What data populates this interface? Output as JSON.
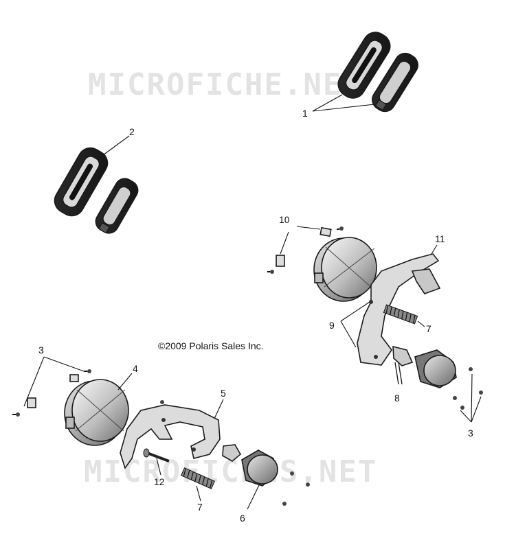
{
  "watermarks": [
    "MICROFICHE.NET",
    "MICROFICHES.NET"
  ],
  "copyright": "©2009 Polaris Sales Inc.",
  "callouts": {
    "c1": "1",
    "c2": "2",
    "c3a": "3",
    "c3b": "3",
    "c4": "4",
    "c5": "5",
    "c6": "6",
    "c7a": "7",
    "c7b": "7",
    "c8": "8",
    "c9": "9",
    "c10": "10",
    "c11": "11",
    "c12": "12"
  }
}
